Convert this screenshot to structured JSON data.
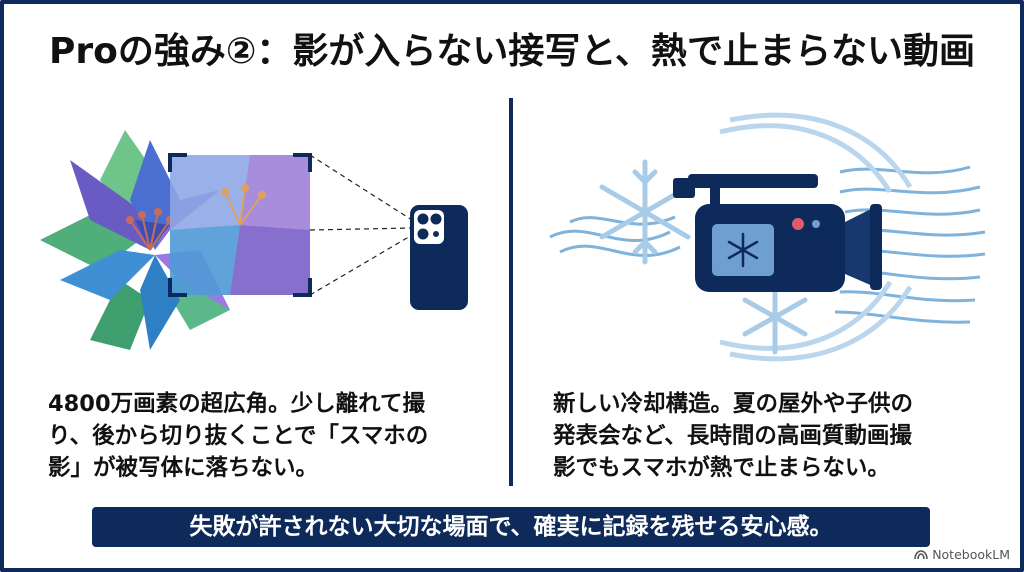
{
  "title": "Proの強み②：影が入らない接写と、熱で止まらない動画",
  "left": {
    "illustration": "flower-macro-with-phone",
    "lines": [
      "4800万画素の超広角。少し離れて撮",
      "り、後から切り抜くことで「スマホの",
      "影」が被写体に落ちない。"
    ]
  },
  "right": {
    "illustration": "cooled-video-camera",
    "lines": [
      "新しい冷却構造。夏の屋外や子供の",
      "発表会など、長時間の高画質動画撮",
      "影でもスマホが熱で止まらない。"
    ]
  },
  "banner": "失敗が許されない大切な場面で、確実に記録を残せる安心感。",
  "brand": {
    "name": "NotebookLM",
    "icon": "notebooklm-logo-icon"
  },
  "colors": {
    "navy": "#0e2a5a",
    "ice_blue": "#7fb3dc",
    "petal_purple": "#6a5bc4",
    "leaf_green": "#4fae7a"
  }
}
